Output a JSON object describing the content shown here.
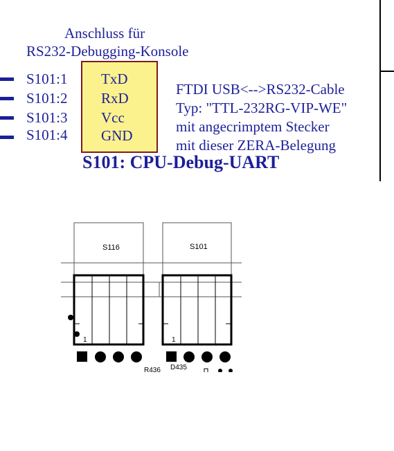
{
  "title_line1": "Anschluss für",
  "title_line2": "RS232-Debugging-Konsole",
  "pins": [
    {
      "id": "S101:1",
      "signal": "TxD"
    },
    {
      "id": "S101:2",
      "signal": "RxD"
    },
    {
      "id": "S101:3",
      "signal": "Vcc"
    },
    {
      "id": "S101:4",
      "signal": "GND"
    }
  ],
  "cable_note": [
    "FTDI USB<-->RS232-Cable",
    "Typ: \"TTL-232RG-VIP-WE\"",
    "mit angecrimptem Stecker",
    "mit dieser ZERA-Belegung"
  ],
  "heading": "S101: CPU-Debug-UART",
  "connectors": [
    {
      "label": "S116",
      "pin1": "1",
      "ref": "R436"
    },
    {
      "label": "S101",
      "pin1": "1",
      "ref": "D435"
    }
  ],
  "colors": {
    "text_blue": "#1c1f99",
    "box_fill": "#fcf28d",
    "box_border": "#7a1c1c"
  }
}
